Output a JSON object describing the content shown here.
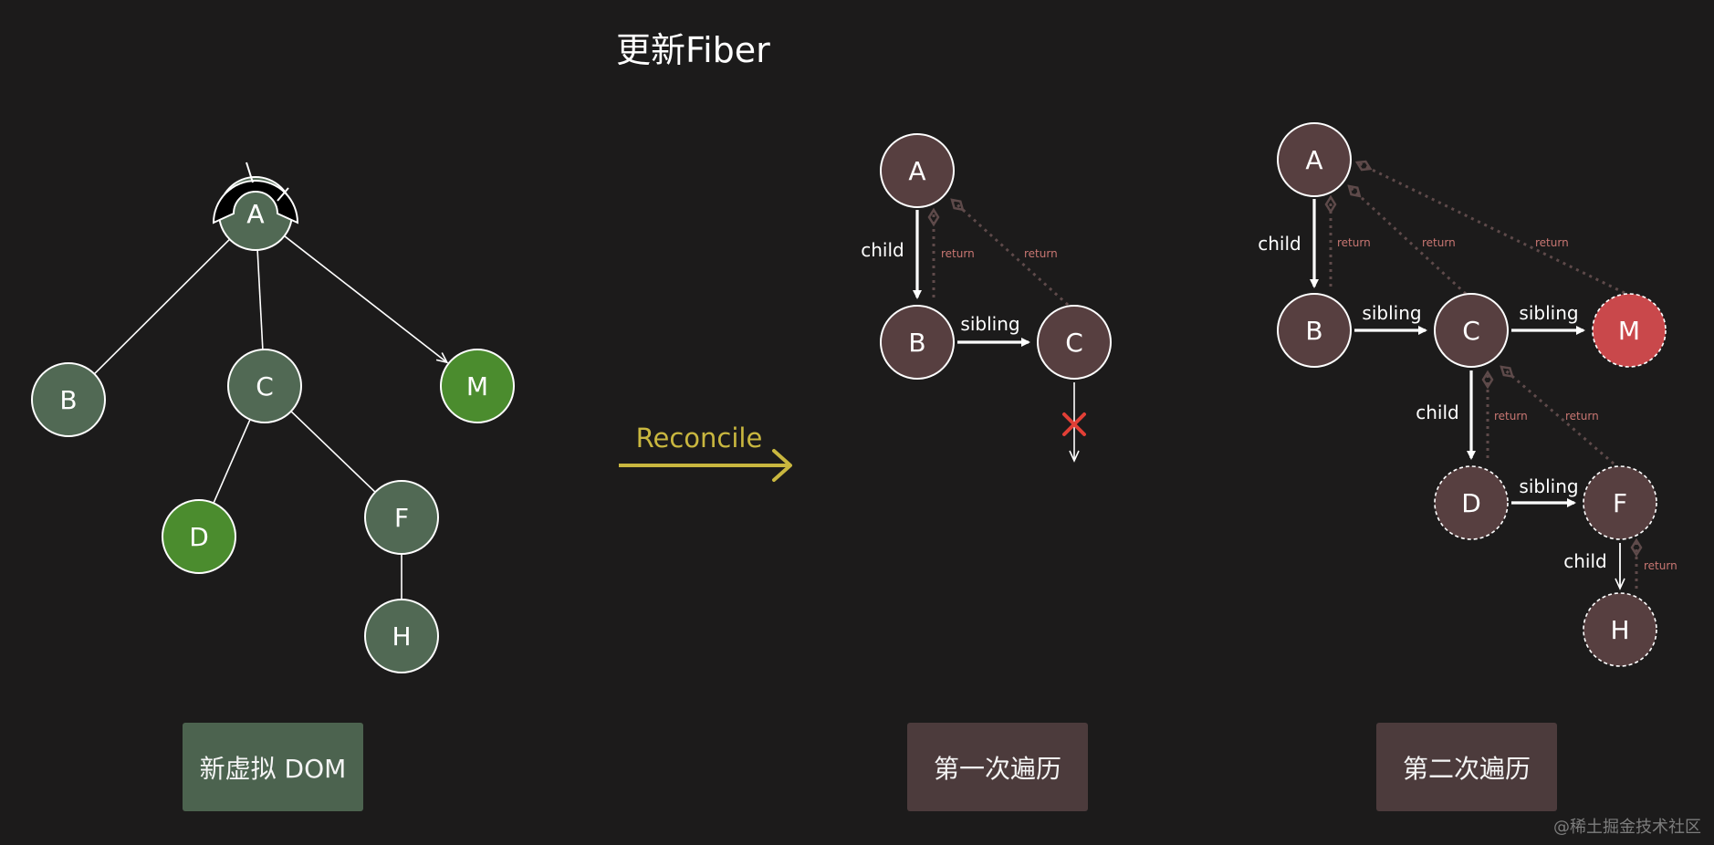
{
  "title": "更新Fiber",
  "reconcile_label": "Reconcile",
  "captions": {
    "new_vdom": "新虚拟 DOM",
    "first_pass": "第一次遍历",
    "second_pass": "第二次遍历"
  },
  "watermark": "@稀土掘金技术社区",
  "edge_labels": {
    "child": "child",
    "sibling": "sibling",
    "return": "return"
  },
  "colors": {
    "background": "#1c1b1b",
    "vdom_node": "#516954",
    "vdom_new_node": "#4b8c2e",
    "fiber_node": "#573f40",
    "fiber_new_node": "#c9484b",
    "reconcile": "#c9b73f",
    "return_line": "#5e4a4a",
    "return_text": "#c87672",
    "error_mark": "#e23f36"
  },
  "vdom_tree": {
    "nodes": [
      {
        "id": "A",
        "label": "A",
        "status": "normal",
        "icon": "react-component-icon"
      },
      {
        "id": "B",
        "label": "B",
        "status": "normal"
      },
      {
        "id": "C",
        "label": "C",
        "status": "normal"
      },
      {
        "id": "M",
        "label": "M",
        "status": "new"
      },
      {
        "id": "D",
        "label": "D",
        "status": "new"
      },
      {
        "id": "F",
        "label": "F",
        "status": "normal"
      },
      {
        "id": "H",
        "label": "H",
        "status": "normal"
      }
    ],
    "edges": [
      {
        "from": "A",
        "to": "B"
      },
      {
        "from": "A",
        "to": "C"
      },
      {
        "from": "A",
        "to": "M",
        "arrow": true
      },
      {
        "from": "C",
        "to": "D"
      },
      {
        "from": "C",
        "to": "F"
      },
      {
        "from": "F",
        "to": "H"
      }
    ]
  },
  "first_pass": {
    "nodes": [
      {
        "id": "A",
        "label": "A",
        "status": "existing"
      },
      {
        "id": "B",
        "label": "B",
        "status": "existing"
      },
      {
        "id": "C",
        "label": "C",
        "status": "existing"
      }
    ],
    "links": [
      {
        "type": "child",
        "from": "A",
        "to": "B"
      },
      {
        "type": "sibling",
        "from": "B",
        "to": "C"
      },
      {
        "type": "return",
        "from": "B",
        "to": "A"
      },
      {
        "type": "return",
        "from": "C",
        "to": "A"
      }
    ],
    "blocked_child_from": "C"
  },
  "second_pass": {
    "nodes": [
      {
        "id": "A",
        "label": "A",
        "status": "existing"
      },
      {
        "id": "B",
        "label": "B",
        "status": "existing"
      },
      {
        "id": "C",
        "label": "C",
        "status": "existing"
      },
      {
        "id": "M",
        "label": "M",
        "status": "new"
      },
      {
        "id": "D",
        "label": "D",
        "status": "created"
      },
      {
        "id": "F",
        "label": "F",
        "status": "created"
      },
      {
        "id": "H",
        "label": "H",
        "status": "created"
      }
    ],
    "links": [
      {
        "type": "child",
        "from": "A",
        "to": "B"
      },
      {
        "type": "sibling",
        "from": "B",
        "to": "C"
      },
      {
        "type": "sibling",
        "from": "C",
        "to": "M"
      },
      {
        "type": "child",
        "from": "C",
        "to": "D"
      },
      {
        "type": "sibling",
        "from": "D",
        "to": "F"
      },
      {
        "type": "child",
        "from": "F",
        "to": "H"
      },
      {
        "type": "return",
        "from": "B",
        "to": "A"
      },
      {
        "type": "return",
        "from": "C",
        "to": "A"
      },
      {
        "type": "return",
        "from": "M",
        "to": "A"
      },
      {
        "type": "return",
        "from": "D",
        "to": "C"
      },
      {
        "type": "return",
        "from": "F",
        "to": "C"
      },
      {
        "type": "return",
        "from": "H",
        "to": "F"
      }
    ]
  }
}
